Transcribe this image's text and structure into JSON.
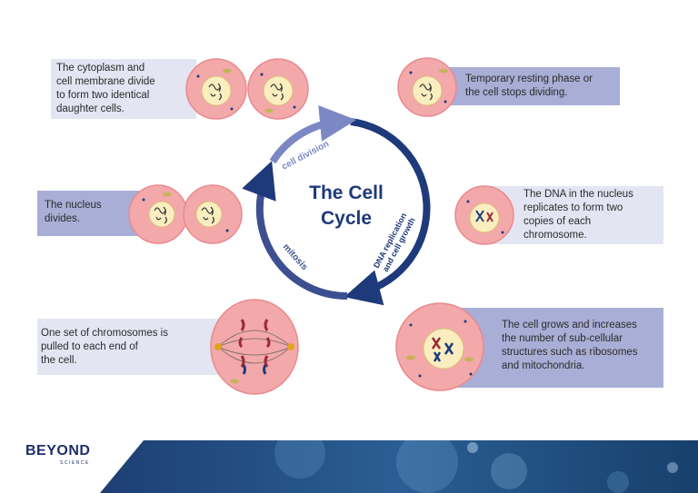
{
  "title": "The Cell\nCycle",
  "arrow_labels": {
    "cell_division": "cell division",
    "dna_replication_line1": "DNA replication",
    "dna_replication_line2": "and cell growth",
    "mitosis": "mitosis"
  },
  "descriptions": {
    "cytokinesis": "The cytoplasm and\ncell membrane divide\nto form two identical\ndaughter cells.",
    "resting": "Temporary resting phase or\nthe cell stops dividing.",
    "replication": "The DNA in the nucleus\nreplicates to form two\ncopies of each\nchromosome.",
    "nucleus_divides": "The nucleus\ndivides.",
    "growth": "The cell grows and increases\nthe number of  sub-cellular\nstructures  such as ribosomes\nand mitochondria.",
    "anaphase": "One set of chromosomes is\npulled to each end of\nthe cell."
  },
  "brand": {
    "name": "BEYOND",
    "tagline": "SCIENCE"
  },
  "colors": {
    "arrow_dark": "#1e3a7a",
    "arrow_light": "#7b88c4",
    "box_light": "#e4e5f3",
    "box_dark": "#a9aed6",
    "cell_fill": "#f3a8aa",
    "cell_edge": "#e98a8e",
    "nucleus": "#faeec0"
  }
}
